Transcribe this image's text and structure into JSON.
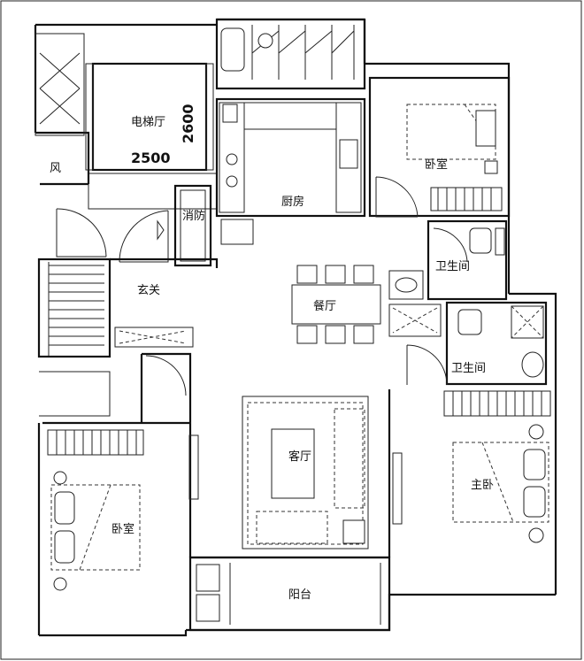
{
  "rooms": {
    "elevator_hall": "电梯厅",
    "wind": "风",
    "fire": "消防",
    "kitchen": "厨房",
    "bedroom_top": "卧室",
    "bath_top": "卫生间",
    "foyer": "玄关",
    "dining": "餐厅",
    "bath_master": "卫生间",
    "living": "客厅",
    "master_bedroom": "主卧",
    "bedroom_left": "卧室",
    "balcony": "阳台"
  },
  "dimensions": {
    "hall_width": "2500",
    "hall_height": "2600"
  }
}
